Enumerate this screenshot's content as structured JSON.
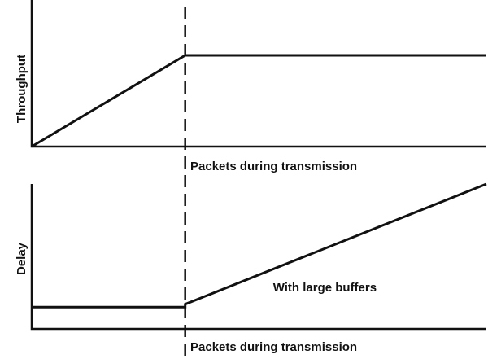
{
  "chart_data": [
    {
      "type": "line",
      "xlabel": "Packets during transmission",
      "ylabel": "Throughput",
      "series": [
        {
          "points": [
            {
              "x": 0,
              "y": 0
            },
            {
              "x": 1,
              "y": 1
            },
            {
              "x": 3.2,
              "y": 1
            }
          ]
        }
      ],
      "xlim": [
        0,
        3.2
      ],
      "ylim": [
        0,
        1
      ],
      "annotations": [],
      "grid": false
    },
    {
      "type": "line",
      "xlabel": "Packets during transmission",
      "ylabel": "Delay",
      "series": [
        {
          "points": [
            {
              "x": 0,
              "y": 0.15
            },
            {
              "x": 1,
              "y": 0.15
            },
            {
              "x": 1,
              "y": 0.17
            },
            {
              "x": 3.2,
              "y": 1
            }
          ]
        }
      ],
      "xlim": [
        0,
        3.2
      ],
      "ylim": [
        0,
        1
      ],
      "annotations": [
        {
          "text": "With large buffers",
          "x": 2.02,
          "y": 0.28
        }
      ],
      "grid": false
    }
  ],
  "divider": {
    "x": 1,
    "style": "dashed"
  },
  "colors": {
    "ink": "#111111",
    "background": "#ffffff"
  }
}
